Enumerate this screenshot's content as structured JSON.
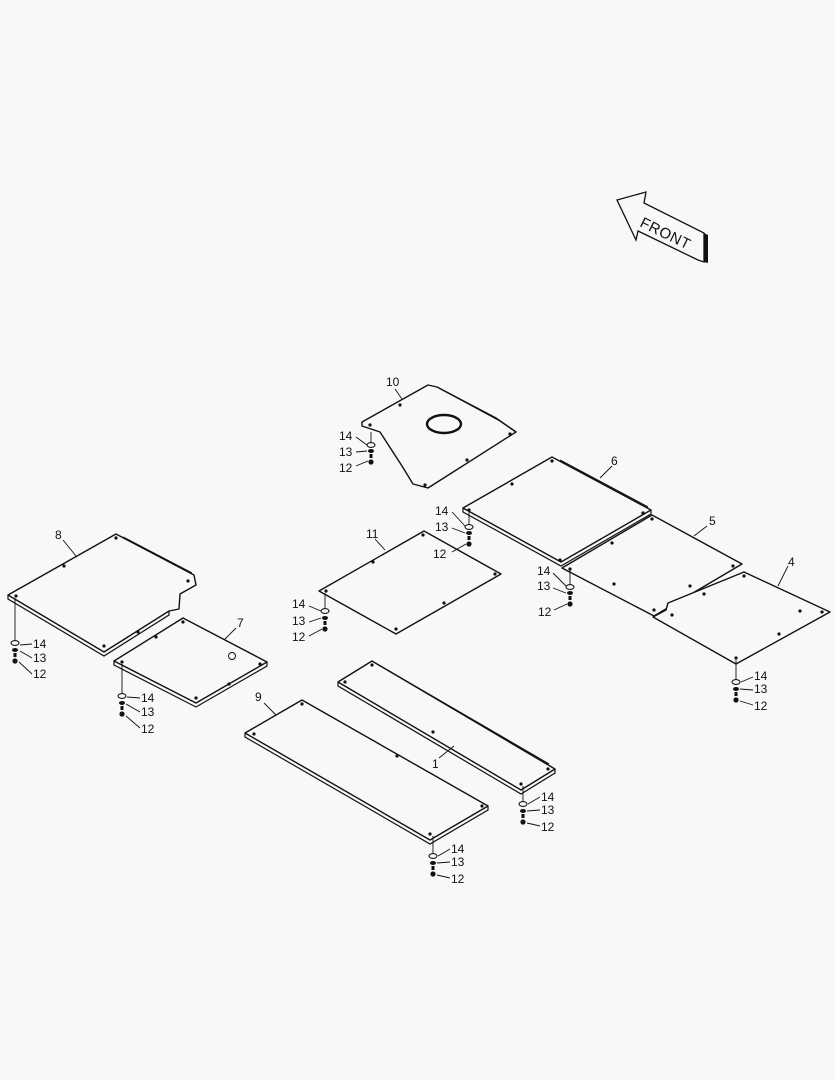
{
  "front_label": "FRONT",
  "part_labels": {
    "p1": "1",
    "p4": "4",
    "p5": "5",
    "p6": "6",
    "p7": "7",
    "p8": "8",
    "p9": "9",
    "p10": "10",
    "p11": "11"
  },
  "fastener_labels": {
    "washer": "14",
    "lockwasher": "13",
    "bolt": "12"
  }
}
